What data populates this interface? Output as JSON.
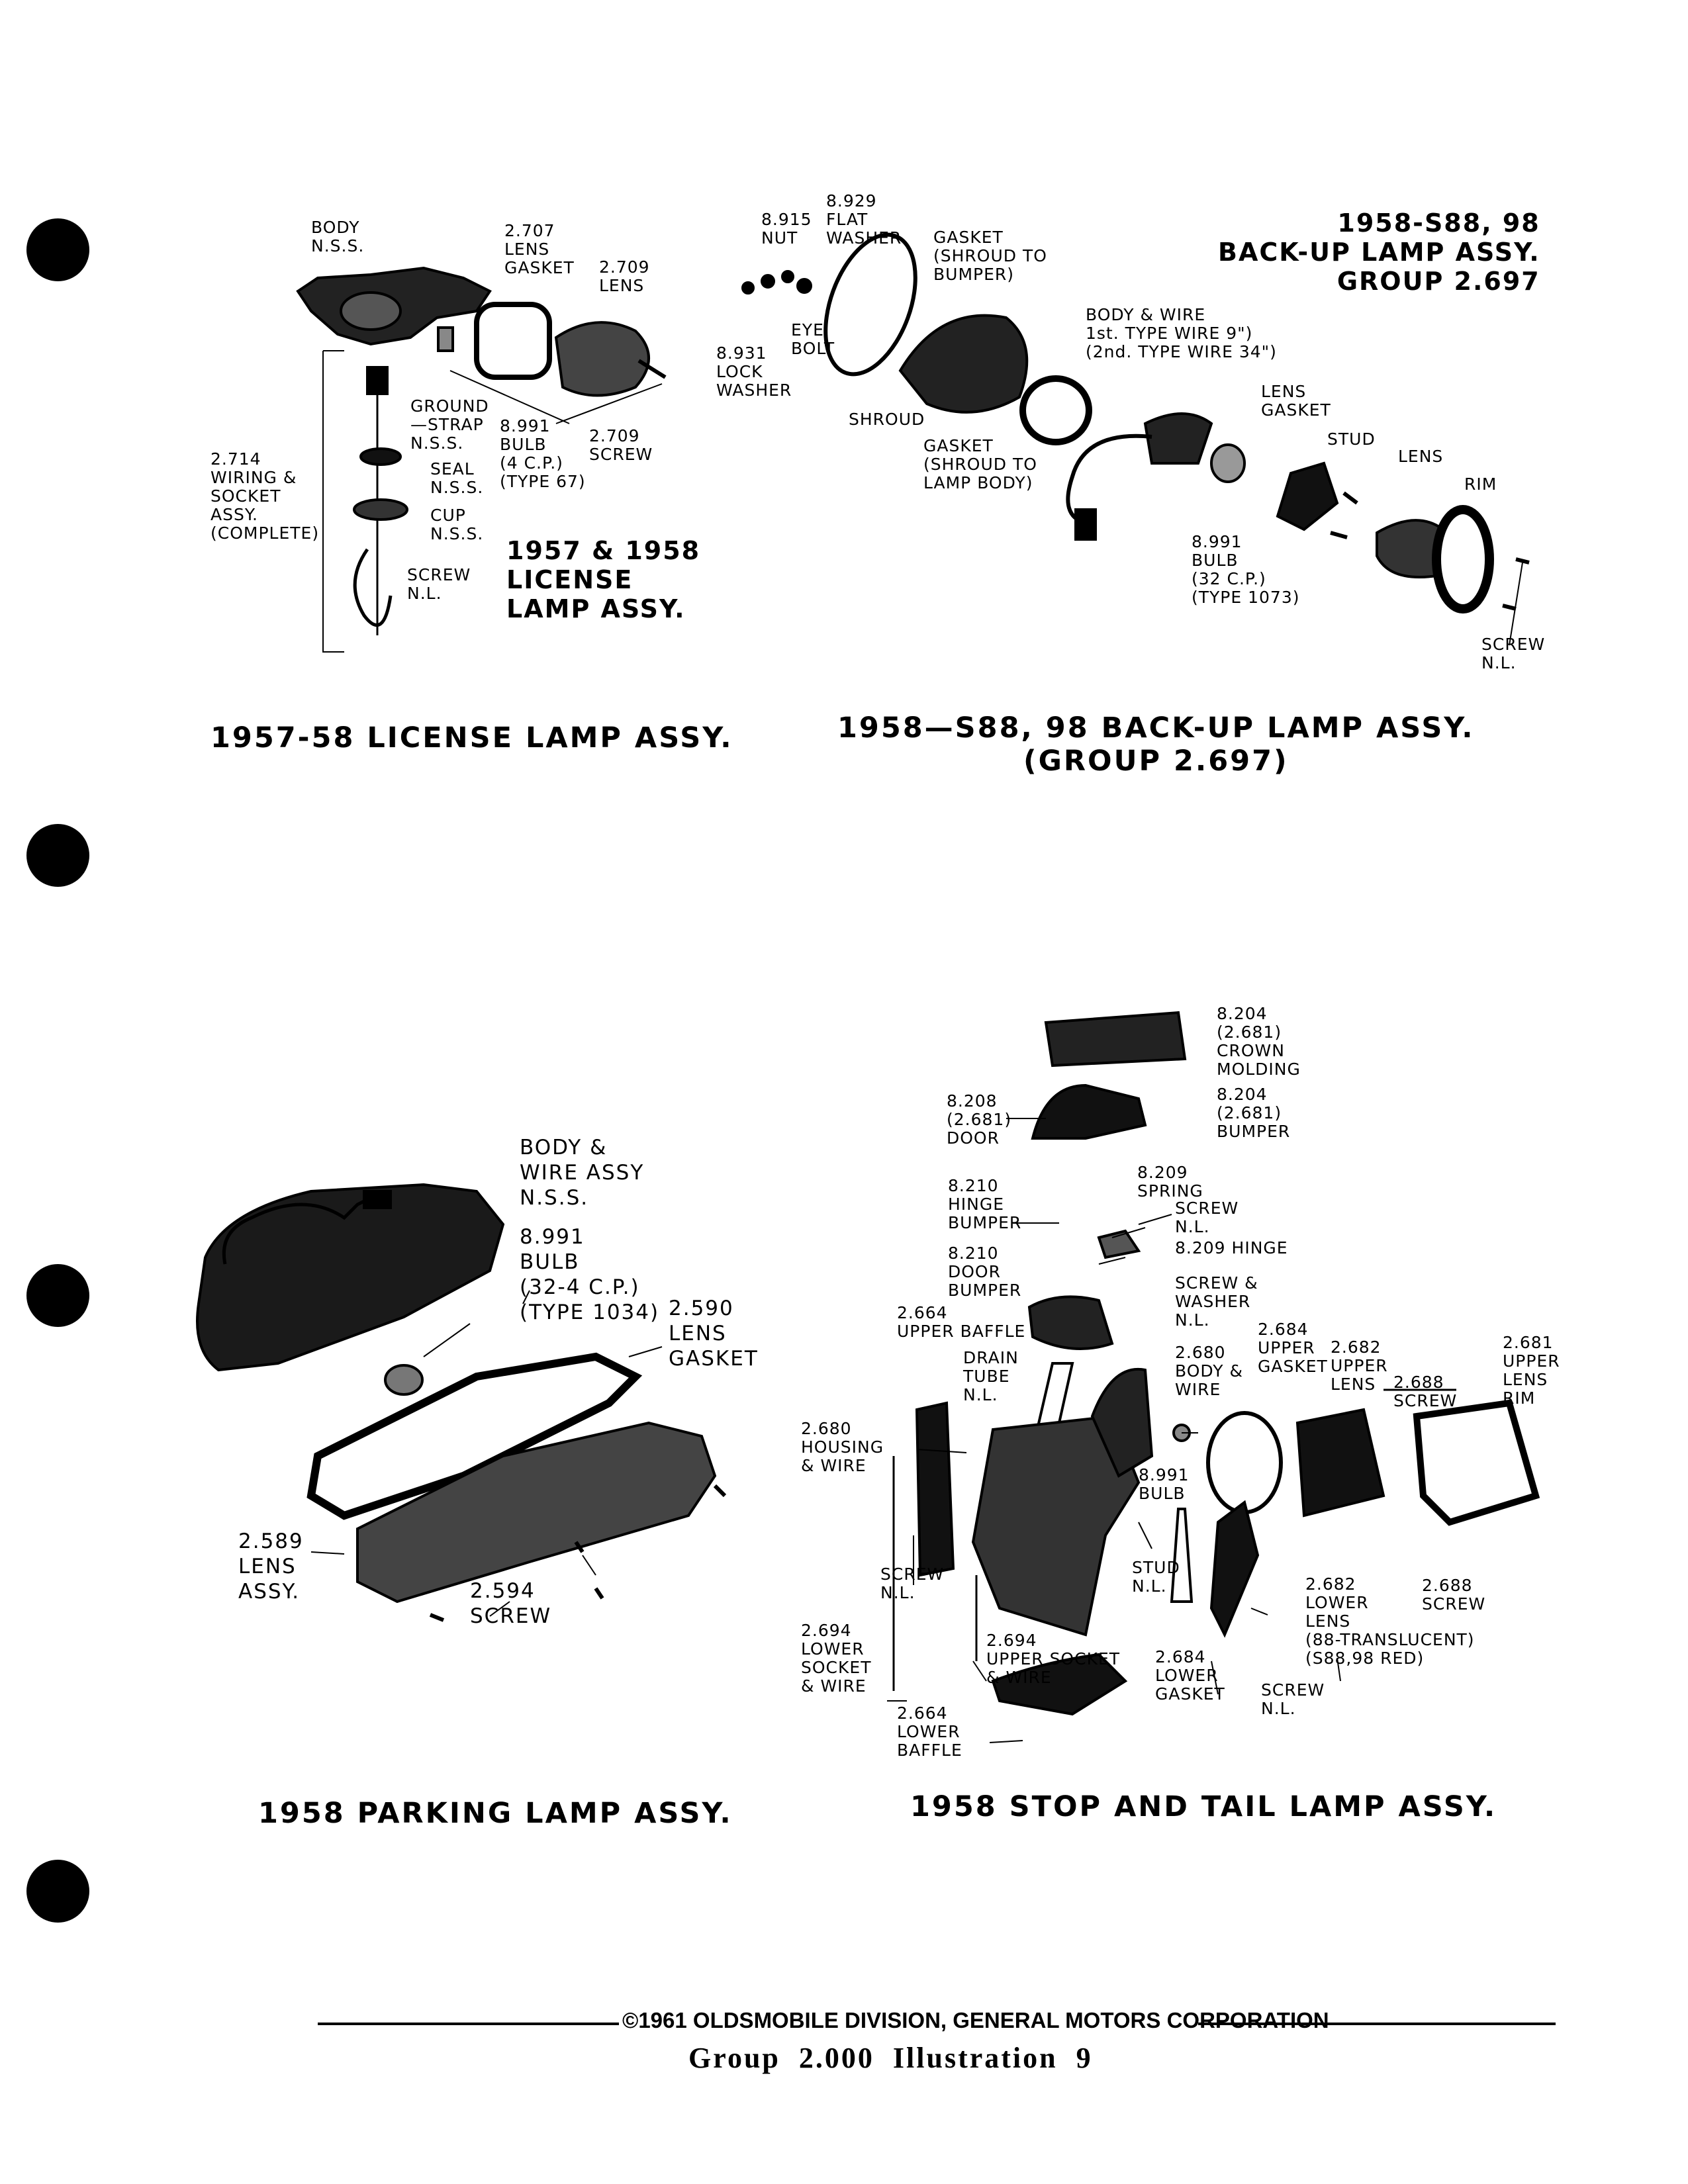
{
  "license_lamp": {
    "labels": {
      "body": "BODY\nN.S.S.",
      "lens_gasket": "2.707\nLENS\nGASKET",
      "lens": "2.709\nLENS",
      "ground_strap": "GROUND\n—STRAP\nN.S.S.",
      "bulb": "8.991\nBULB\n(4 C.P.)\n(TYPE 67)",
      "screw": "2.709\nSCREW",
      "seal": "SEAL\nN.S.S.",
      "wiring": "2.714\nWIRING &\nSOCKET\nASSY.\n(COMPLETE)",
      "cup": "CUP\nN.S.S.",
      "screw_nl": "SCREW\nN.L."
    },
    "inset_title": "1957 & 1958\nLICENSE\nLAMP ASSY.",
    "caption": "1957-58 LICENSE LAMP ASSY."
  },
  "backup_lamp": {
    "labels": {
      "flat_washer": "8.929\nFLAT\nWASHER",
      "nut": "8.915\nNUT",
      "gasket_shroud": "GASKET\n(SHROUD TO\nBUMPER)",
      "eye_bolt": "EYE\nBOLT",
      "lock_washer": "8.931\nLOCK\nWASHER",
      "shroud": "SHROUD",
      "gasket_lamp": "GASKET\n(SHROUD TO\nLAMP BODY)",
      "body_wire": "BODY & WIRE\n1st. TYPE WIRE 9\")\n(2nd. TYPE WIRE 34\")",
      "lens_gasket": "LENS\nGASKET",
      "stud": "STUD",
      "lens": "LENS",
      "rim": "RIM",
      "bulb": "8.991\nBULB\n(32 C.P.)\n(TYPE 1073)",
      "screw_nl": "SCREW\nN.L."
    },
    "inset_title": "1958-S88, 98\nBACK-UP LAMP ASSY.\nGROUP 2.697",
    "caption": "1958—S88, 98 BACK-UP LAMP ASSY.\n(GROUP 2.697)"
  },
  "parking_lamp": {
    "labels": {
      "body_wire": "BODY &\nWIRE ASSY\nN.S.S.",
      "bulb": "8.991\nBULB\n(32-4 C.P.)\n(TYPE 1034)",
      "lens_gasket": "2.590\nLENS\nGASKET",
      "lens_assy": "2.589\nLENS\nASSY.",
      "screw": "2.594\nSCREW"
    },
    "caption": "1958 PARKING LAMP ASSY."
  },
  "stop_tail_lamp": {
    "labels": {
      "crown_molding": "8.204\n(2.681)\nCROWN\nMOLDING",
      "bumper_8204": "8.204\n(2.681)\nBUMPER",
      "door": "8.208\n(2.681)\nDOOR",
      "spring": "8.209\nSPRING",
      "hinge_bumper": "8.210\nHINGE\nBUMPER",
      "screw_nl_top": "SCREW\nN.L.",
      "hinge": "8.209 HINGE",
      "door_bumper": "8.210\nDOOR\nBUMPER",
      "screw_washer": "SCREW &\nWASHER\nN.L.",
      "upper_baffle": "2.664\nUPPER BAFFLE",
      "drain_tube": "DRAIN\nTUBE\nN.L.",
      "body_wire": "2.680\nBODY &\nWIRE",
      "upper_gasket": "2.684\nUPPER\nGASKET",
      "upper_lens": "2.682\nUPPER\nLENS",
      "screw_2688a": "2.688\nSCREW",
      "upper_lens_rim": "2.681\nUPPER\nLENS\nRIM",
      "housing_wire": "2.680\nHOUSING\n& WIRE",
      "bulb": "8.991\nBULB",
      "screw_nl_left": "SCREW\nN.L.",
      "stud": "STUD\nN.L.",
      "lower_lens": "2.682\nLOWER\nLENS\n(88-TRANSLUCENT)\n(S88,98 RED)",
      "screw_2688b": "2.688\nSCREW",
      "lower_socket": "2.694\nLOWER\nSOCKET\n& WIRE",
      "upper_socket": "2.694\nUPPER SOCKET\n& WIRE",
      "lower_gasket": "2.684\nLOWER\nGASKET",
      "screw_nl_bottom": "SCREW\nN.L.",
      "lower_baffle": "2.664\nLOWER\nBAFFLE"
    },
    "caption": "1958 STOP AND TAIL LAMP ASSY."
  },
  "footer": {
    "copyright": "©1961 OLDSMOBILE DIVISION, GENERAL MOTORS CORPORATION",
    "group_line": "Group  2.000  Illustration  9"
  }
}
